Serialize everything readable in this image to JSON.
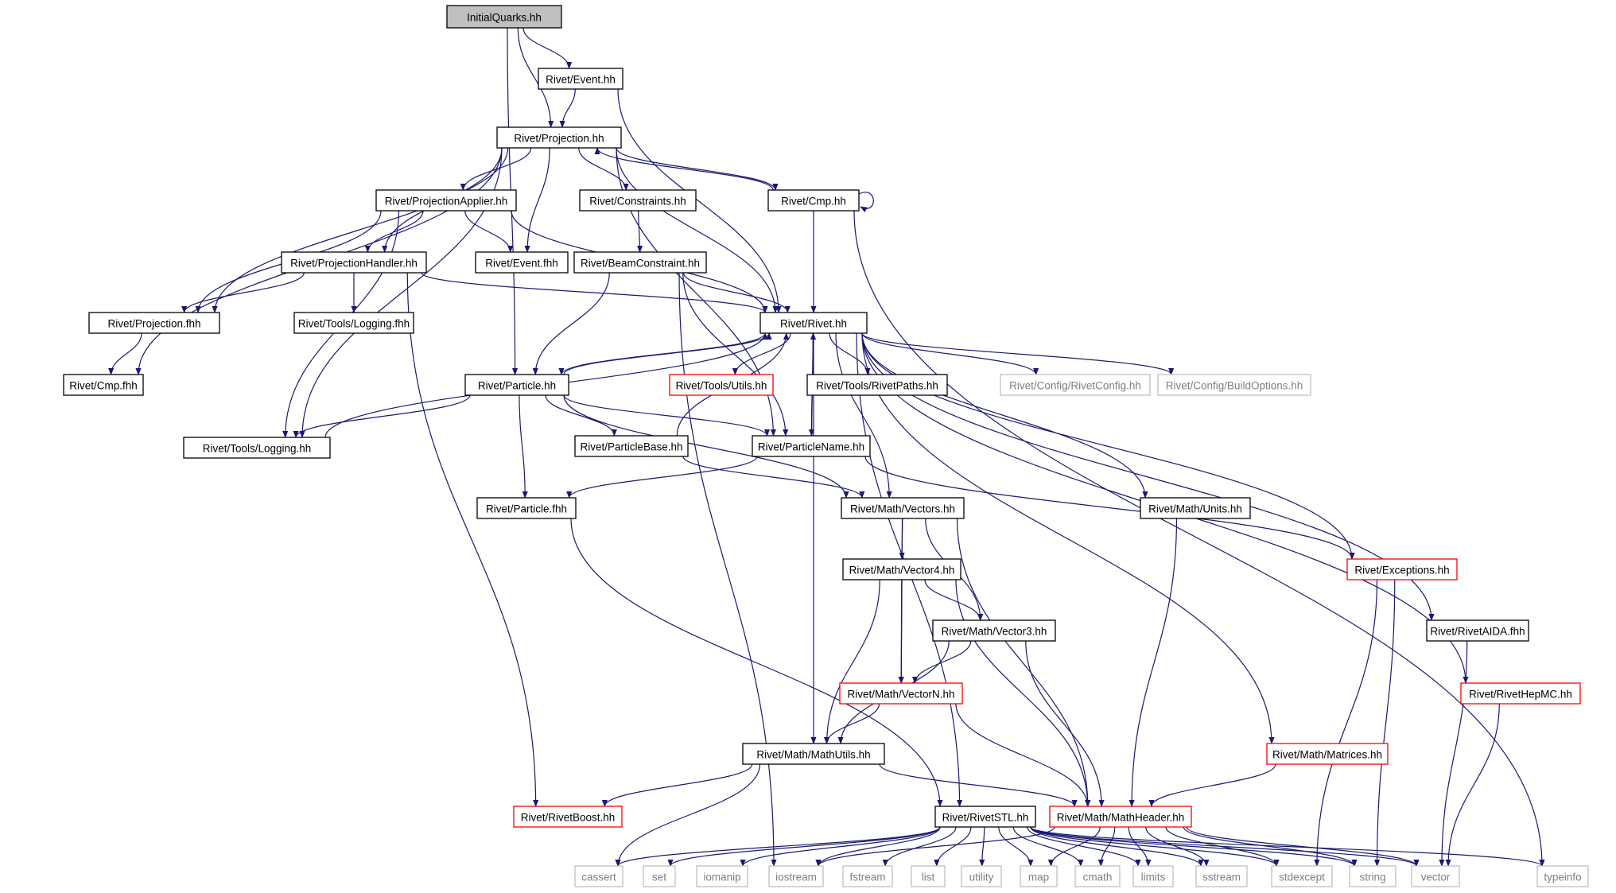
{
  "nodes": [
    {
      "id": "n1",
      "label": "InitialQuarks.hh",
      "kind": "root"
    },
    {
      "id": "n2",
      "label": "Rivet/Event.hh",
      "kind": "normal"
    },
    {
      "id": "n3",
      "label": "Rivet/Projection.hh",
      "kind": "normal"
    },
    {
      "id": "n4",
      "label": "Rivet/ProjectionApplier.hh",
      "kind": "normal"
    },
    {
      "id": "n5",
      "label": "Rivet/Constraints.hh",
      "kind": "normal"
    },
    {
      "id": "n6",
      "label": "Rivet/Cmp.hh",
      "kind": "normal"
    },
    {
      "id": "n7",
      "label": "Rivet/ProjectionHandler.hh",
      "kind": "normal"
    },
    {
      "id": "n8",
      "label": "Rivet/Event.fhh",
      "kind": "normal"
    },
    {
      "id": "n9",
      "label": "Rivet/BeamConstraint.hh",
      "kind": "normal"
    },
    {
      "id": "n10",
      "label": "Rivet/Projection.fhh",
      "kind": "normal"
    },
    {
      "id": "n11",
      "label": "Rivet/Tools/Logging.fhh",
      "kind": "normal"
    },
    {
      "id": "n12",
      "label": "Rivet/Rivet.hh",
      "kind": "normal"
    },
    {
      "id": "n13",
      "label": "Rivet/Cmp.fhh",
      "kind": "normal"
    },
    {
      "id": "n14",
      "label": "Rivet/Particle.hh",
      "kind": "normal"
    },
    {
      "id": "n15",
      "label": "Rivet/Tools/Utils.hh",
      "kind": "red"
    },
    {
      "id": "n16",
      "label": "Rivet/Tools/RivetPaths.hh",
      "kind": "normal"
    },
    {
      "id": "n17",
      "label": "Rivet/Config/RivetConfig.hh",
      "kind": "gray"
    },
    {
      "id": "n18",
      "label": "Rivet/Config/BuildOptions.hh",
      "kind": "gray"
    },
    {
      "id": "n19",
      "label": "Rivet/Tools/Logging.hh",
      "kind": "normal"
    },
    {
      "id": "n20",
      "label": "Rivet/ParticleBase.hh",
      "kind": "normal"
    },
    {
      "id": "n21",
      "label": "Rivet/ParticleName.hh",
      "kind": "normal"
    },
    {
      "id": "n22",
      "label": "Rivet/Particle.fhh",
      "kind": "normal"
    },
    {
      "id": "n23",
      "label": "Rivet/Math/Vectors.hh",
      "kind": "normal"
    },
    {
      "id": "n24",
      "label": "Rivet/Math/Units.hh",
      "kind": "normal"
    },
    {
      "id": "n25",
      "label": "Rivet/Math/Vector4.hh",
      "kind": "normal"
    },
    {
      "id": "n26",
      "label": "Rivet/Exceptions.hh",
      "kind": "red"
    },
    {
      "id": "n27",
      "label": "Rivet/Math/Vector3.hh",
      "kind": "normal"
    },
    {
      "id": "n28",
      "label": "Rivet/RivetAIDA.fhh",
      "kind": "normal"
    },
    {
      "id": "n29",
      "label": "Rivet/Math/VectorN.hh",
      "kind": "red"
    },
    {
      "id": "n30",
      "label": "Rivet/RivetHepMC.hh",
      "kind": "red"
    },
    {
      "id": "n31",
      "label": "Rivet/Math/MathUtils.hh",
      "kind": "normal"
    },
    {
      "id": "n32",
      "label": "Rivet/Math/Matrices.hh",
      "kind": "red"
    },
    {
      "id": "n33",
      "label": "Rivet/RivetSTL.hh",
      "kind": "normal"
    },
    {
      "id": "n34",
      "label": "Rivet/Math/MathHeader.hh",
      "kind": "red"
    },
    {
      "id": "n35",
      "label": "Rivet/RivetBoost.hh",
      "kind": "red"
    },
    {
      "id": "n36",
      "label": "cassert",
      "kind": "gray"
    },
    {
      "id": "n37",
      "label": "set",
      "kind": "gray"
    },
    {
      "id": "n38",
      "label": "iomanip",
      "kind": "gray"
    },
    {
      "id": "n39",
      "label": "iostream",
      "kind": "gray"
    },
    {
      "id": "n40",
      "label": "fstream",
      "kind": "gray"
    },
    {
      "id": "n41",
      "label": "list",
      "kind": "gray"
    },
    {
      "id": "n42",
      "label": "utility",
      "kind": "gray"
    },
    {
      "id": "n43",
      "label": "map",
      "kind": "gray"
    },
    {
      "id": "n44",
      "label": "cmath",
      "kind": "gray"
    },
    {
      "id": "n45",
      "label": "limits",
      "kind": "gray"
    },
    {
      "id": "n46",
      "label": "sstream",
      "kind": "gray"
    },
    {
      "id": "n47",
      "label": "stdexcept",
      "kind": "gray"
    },
    {
      "id": "n48",
      "label": "string",
      "kind": "gray"
    },
    {
      "id": "n49",
      "label": "vector",
      "kind": "gray"
    },
    {
      "id": "n50",
      "label": "typeinfo",
      "kind": "gray"
    }
  ],
  "edges": [
    [
      "n1",
      "n2"
    ],
    [
      "n1",
      "n3"
    ],
    [
      "n1",
      "n14"
    ],
    [
      "n2",
      "n3"
    ],
    [
      "n2",
      "n12"
    ],
    [
      "n3",
      "n4"
    ],
    [
      "n3",
      "n5"
    ],
    [
      "n3",
      "n6"
    ],
    [
      "n3",
      "n7"
    ],
    [
      "n3",
      "n8"
    ],
    [
      "n3",
      "n10"
    ],
    [
      "n3",
      "n13"
    ],
    [
      "n3",
      "n19"
    ],
    [
      "n3",
      "n12"
    ],
    [
      "n3",
      "n21"
    ],
    [
      "n6",
      "n3"
    ],
    [
      "n6",
      "n6"
    ],
    [
      "n6",
      "n12"
    ],
    [
      "n6",
      "n50"
    ],
    [
      "n4",
      "n7"
    ],
    [
      "n4",
      "n8"
    ],
    [
      "n4",
      "n10"
    ],
    [
      "n4",
      "n12"
    ],
    [
      "n4",
      "n19"
    ],
    [
      "n5",
      "n9"
    ],
    [
      "n7",
      "n10"
    ],
    [
      "n7",
      "n11"
    ],
    [
      "n7",
      "n12"
    ],
    [
      "n7",
      "n35"
    ],
    [
      "n9",
      "n12"
    ],
    [
      "n9",
      "n14"
    ],
    [
      "n9",
      "n21"
    ],
    [
      "n9",
      "n39"
    ],
    [
      "n10",
      "n13"
    ],
    [
      "n12",
      "n14"
    ],
    [
      "n12",
      "n15"
    ],
    [
      "n12",
      "n16"
    ],
    [
      "n12",
      "n17"
    ],
    [
      "n12",
      "n18"
    ],
    [
      "n12",
      "n21"
    ],
    [
      "n12",
      "n23"
    ],
    [
      "n12",
      "n24"
    ],
    [
      "n12",
      "n26"
    ],
    [
      "n12",
      "n28"
    ],
    [
      "n12",
      "n30"
    ],
    [
      "n12",
      "n31"
    ],
    [
      "n12",
      "n32"
    ],
    [
      "n12",
      "n33"
    ],
    [
      "n14",
      "n12"
    ],
    [
      "n14",
      "n19"
    ],
    [
      "n14",
      "n20"
    ],
    [
      "n14",
      "n21"
    ],
    [
      "n14",
      "n22"
    ],
    [
      "n14",
      "n23"
    ],
    [
      "n19",
      "n12"
    ],
    [
      "n20",
      "n12"
    ],
    [
      "n20",
      "n23"
    ],
    [
      "n21",
      "n12"
    ],
    [
      "n21",
      "n22"
    ],
    [
      "n21",
      "n26"
    ],
    [
      "n22",
      "n33"
    ],
    [
      "n23",
      "n25"
    ],
    [
      "n23",
      "n27"
    ],
    [
      "n23",
      "n29"
    ],
    [
      "n23",
      "n34"
    ],
    [
      "n24",
      "n34"
    ],
    [
      "n25",
      "n27"
    ],
    [
      "n25",
      "n29"
    ],
    [
      "n25",
      "n31"
    ],
    [
      "n25",
      "n34"
    ],
    [
      "n27",
      "n29"
    ],
    [
      "n27",
      "n31"
    ],
    [
      "n27",
      "n34"
    ],
    [
      "n29",
      "n31"
    ],
    [
      "n29",
      "n34"
    ],
    [
      "n26",
      "n47"
    ],
    [
      "n26",
      "n48"
    ],
    [
      "n28",
      "n49"
    ],
    [
      "n30",
      "n49"
    ],
    [
      "n31",
      "n34"
    ],
    [
      "n31",
      "n35"
    ],
    [
      "n31",
      "n36"
    ],
    [
      "n32",
      "n34"
    ],
    [
      "n33",
      "n36"
    ],
    [
      "n33",
      "n37"
    ],
    [
      "n33",
      "n38"
    ],
    [
      "n33",
      "n39"
    ],
    [
      "n33",
      "n40"
    ],
    [
      "n33",
      "n41"
    ],
    [
      "n33",
      "n42"
    ],
    [
      "n33",
      "n43"
    ],
    [
      "n33",
      "n44"
    ],
    [
      "n33",
      "n45"
    ],
    [
      "n33",
      "n46"
    ],
    [
      "n33",
      "n47"
    ],
    [
      "n33",
      "n48"
    ],
    [
      "n33",
      "n49"
    ],
    [
      "n33",
      "n50"
    ],
    [
      "n34",
      "n39"
    ],
    [
      "n34",
      "n43"
    ],
    [
      "n34",
      "n44"
    ],
    [
      "n34",
      "n45"
    ],
    [
      "n34",
      "n46"
    ],
    [
      "n34",
      "n47"
    ],
    [
      "n34",
      "n48"
    ],
    [
      "n34",
      "n49"
    ]
  ],
  "colors": {
    "edge": "#191970",
    "root_fill": "#bfbfbf",
    "normal_border": "#000000",
    "red_border": "#ff0000",
    "red_text": "#ff0000",
    "gray_border": "#bfbfbf",
    "gray_text": "#7f7f7f"
  }
}
